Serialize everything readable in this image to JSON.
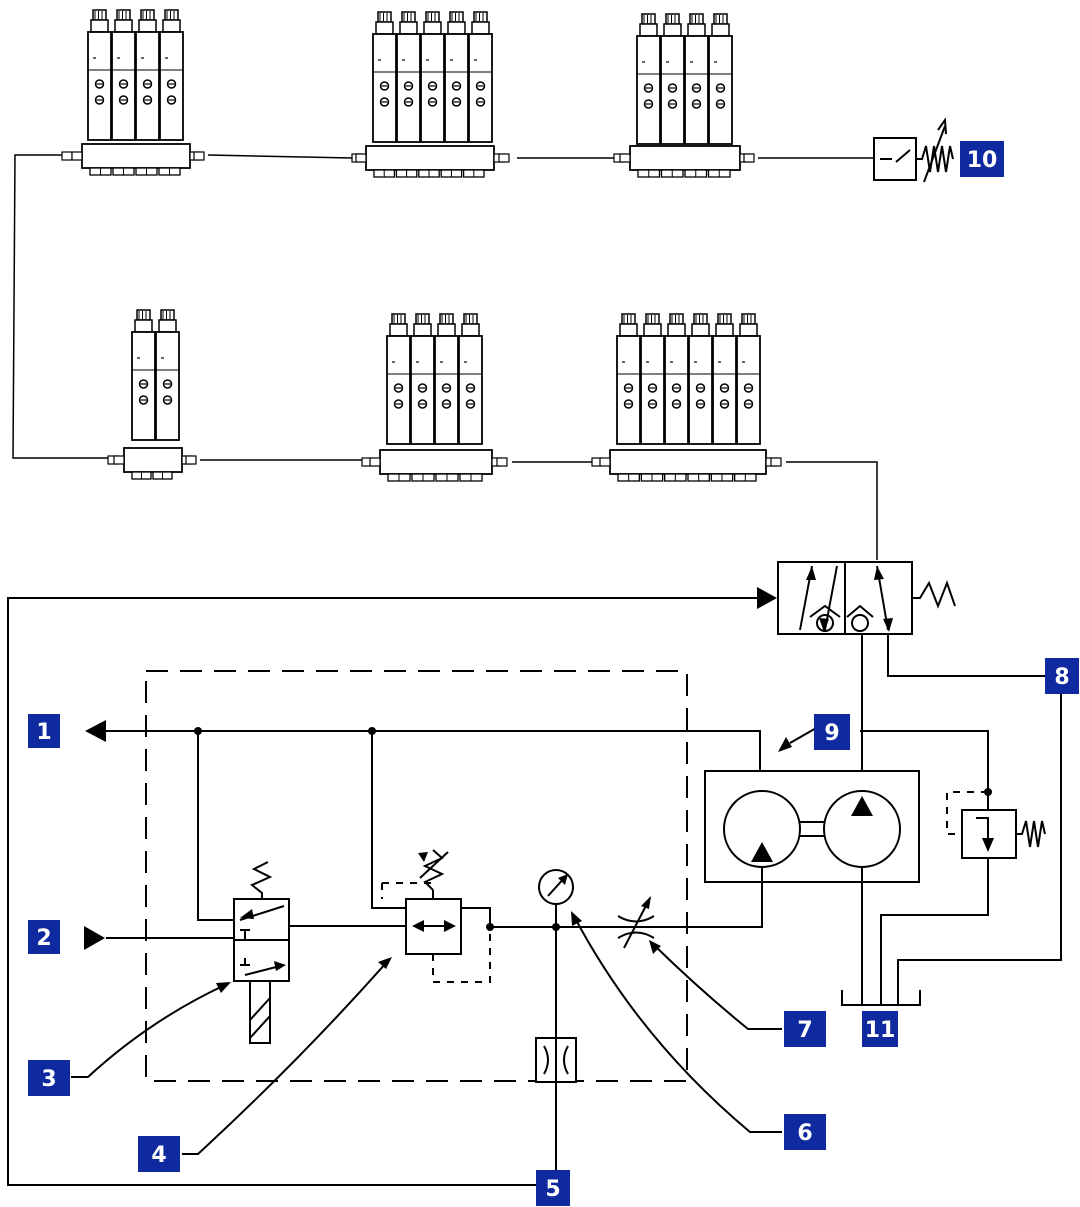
{
  "diagram": {
    "labels": [
      "1",
      "2",
      "3",
      "4",
      "5",
      "6",
      "7",
      "8",
      "9",
      "10",
      "11"
    ],
    "colors": {
      "label_bg": "#0f2a9e",
      "label_text": "#ffffff",
      "line": "#000000"
    },
    "distributor_blocks": [
      {
        "row": "top",
        "metering_units": 4
      },
      {
        "row": "top",
        "metering_units": 5
      },
      {
        "row": "top",
        "metering_units": 4
      },
      {
        "row": "bottom",
        "metering_units": 2
      },
      {
        "row": "bottom",
        "metering_units": 4
      },
      {
        "row": "bottom",
        "metering_units": 6
      }
    ]
  }
}
